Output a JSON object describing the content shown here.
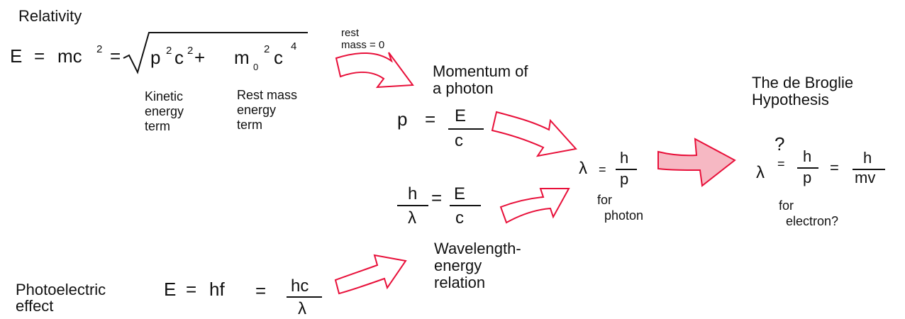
{
  "relativity": {
    "heading": "Relativity",
    "E": "E",
    "eq1": "=",
    "mc": "mc",
    "two_a": "2",
    "eq2": "=",
    "p": "p",
    "two_b": "2",
    "c1": "c",
    "two_c": "2",
    "plus": "+",
    "m": "m",
    "zero": "0",
    "two_d": "2",
    "c2": "c",
    "four": "4",
    "kinetic": "Kinetic\nenergy\nterm",
    "rest_mass": "Rest mass\nenergy\nterm"
  },
  "rest_mass_note": "rest\nmass = 0",
  "momentum": {
    "heading": "Momentum of\na photon",
    "p": "p",
    "eq": "=",
    "num": "E",
    "den": "c"
  },
  "wavelength_energy": {
    "num_h": "h",
    "den_lambda": "λ",
    "eq": "=",
    "num_E": "E",
    "den_c": "c",
    "heading": "Wavelength-\nenergy\nrelation"
  },
  "photon": {
    "lambda": "λ",
    "eq": "=",
    "num": "h",
    "den": "p",
    "note": "for\n  photon"
  },
  "photoelectric": {
    "label": "Photoelectric\neffect",
    "E": "E",
    "eq1": "=",
    "hf": "hf",
    "eq2": "=",
    "num": "hc",
    "den": "λ"
  },
  "de_broglie": {
    "heading": "The de Broglie\nHypothesis",
    "question": "?",
    "lambda": "λ",
    "eq1": "=",
    "num1": "h",
    "den1": "p",
    "eq2": "=",
    "num2": "h",
    "den2": "mv",
    "note": "for\n  electron?"
  },
  "colors": {
    "arrow_stroke": "#e8103a",
    "arrow_fill": "#ffffff",
    "big_arrow_fill": "#f6b8c3",
    "text": "#111111"
  }
}
